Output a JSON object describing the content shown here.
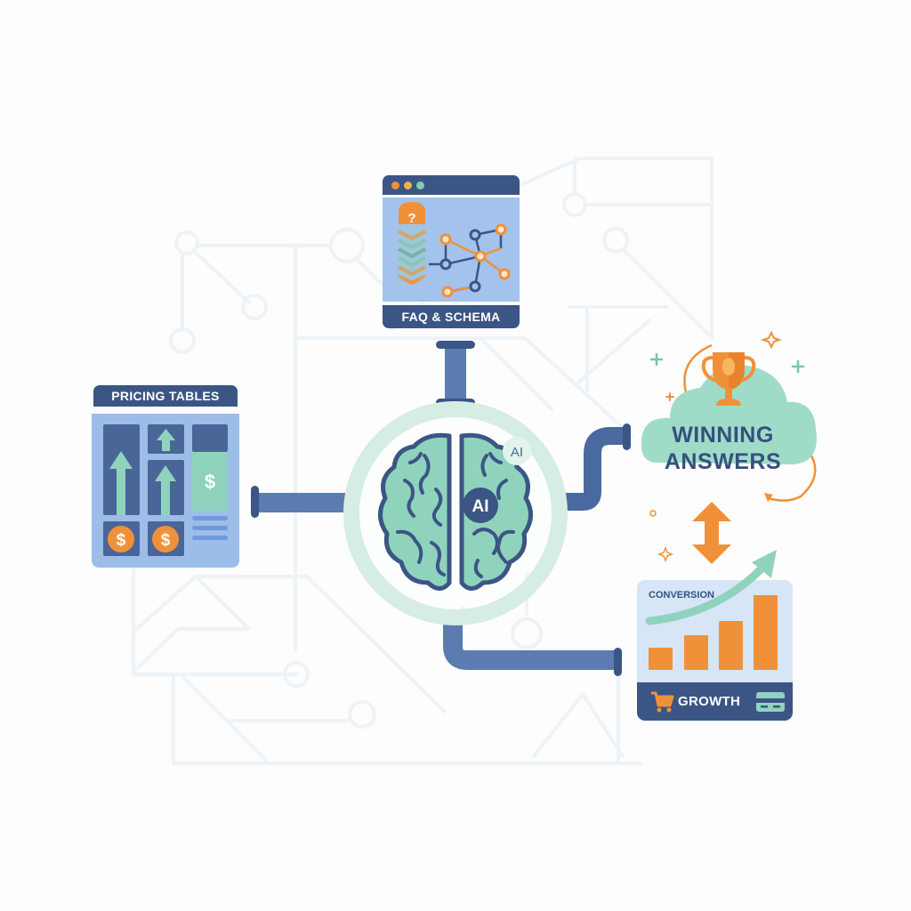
{
  "diagram": {
    "center": {
      "label": "AI",
      "badge": "AI",
      "icon": "brain-icon"
    },
    "nodes": {
      "faq": {
        "title": "FAQ & SCHEMA",
        "window_dots": [
          "#f0913a",
          "#f2b04a",
          "#7fd0b0"
        ],
        "icons": [
          "question-stack-icon",
          "network-graph-icon"
        ]
      },
      "pricing": {
        "title": "PRICING TABLES",
        "currency_symbol": "$",
        "icons": [
          "up-arrow-icon",
          "dollar-coin-icon"
        ]
      },
      "winning": {
        "title_line1": "WINNING",
        "title_line2": "ANSWERS",
        "icon": "trophy-icon"
      },
      "conversion": {
        "title": "CONVERSION",
        "footer": "GROWTH",
        "bar_heights": [
          24,
          38,
          55,
          84
        ],
        "icons": [
          "cart-icon",
          "credit-card-icon",
          "trend-arrow-icon"
        ]
      }
    },
    "colors": {
      "navy": "#3b5585",
      "pipe": "#5577aa",
      "mint": "#8fd3bd",
      "orange": "#f0913a",
      "card_blue": "#9dbde9",
      "circuit": "#eaf2f6"
    }
  }
}
